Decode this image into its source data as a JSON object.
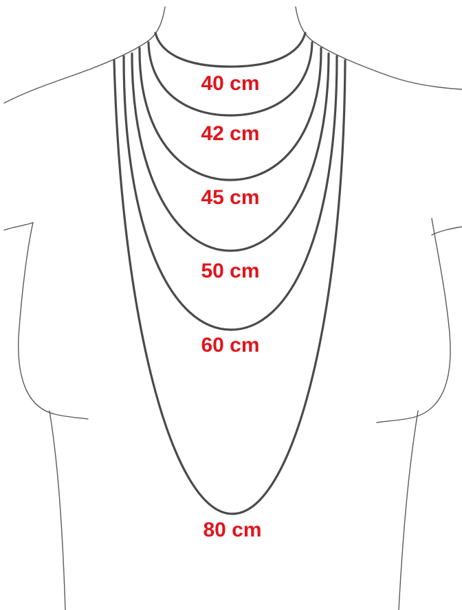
{
  "label_color": "#e0151c",
  "necklaces": [
    {
      "label": "40 cm"
    },
    {
      "label": "42 cm"
    },
    {
      "label": "45 cm"
    },
    {
      "label": "50 cm"
    },
    {
      "label": "60 cm"
    },
    {
      "label": "80 cm"
    }
  ]
}
